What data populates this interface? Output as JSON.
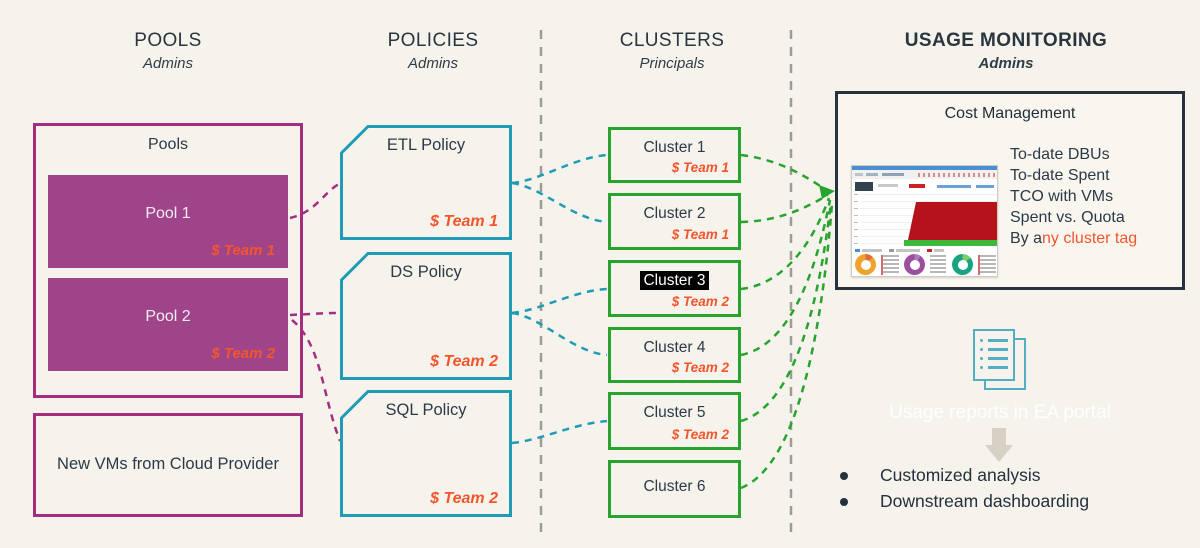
{
  "columns": {
    "pools": {
      "title": "POOLS",
      "subtitle": "Admins"
    },
    "policies": {
      "title": "POLICIES",
      "subtitle": "Admins"
    },
    "clusters": {
      "title": "CLUSTERS",
      "subtitle": "Principals"
    },
    "usage": {
      "title": "USAGE MONITORING",
      "subtitle": "Admins"
    }
  },
  "pools": {
    "group_label": "Pools",
    "items": [
      {
        "label": "Pool 1",
        "team": "$ Team 1"
      },
      {
        "label": "Pool 2",
        "team": "$ Team 2"
      }
    ],
    "new_vms_label": "New VMs from Cloud Provider"
  },
  "policies": [
    {
      "label": "ETL Policy",
      "team": "$ Team 1"
    },
    {
      "label": "DS Policy",
      "team": "$ Team 2"
    },
    {
      "label": "SQL Policy",
      "team": "$ Team 2"
    }
  ],
  "clusters": [
    {
      "label": "Cluster 1",
      "team": "$ Team 1",
      "highlighted": false
    },
    {
      "label": "Cluster 2",
      "team": "$ Team 1",
      "highlighted": false
    },
    {
      "label": "Cluster 3",
      "team": "$ Team 2",
      "highlighted": true
    },
    {
      "label": "Cluster 4",
      "team": "$ Team 2",
      "highlighted": false
    },
    {
      "label": "Cluster 5",
      "team": "$ Team 2",
      "highlighted": false
    },
    {
      "label": "Cluster 6",
      "team": "",
      "highlighted": false
    }
  ],
  "usage": {
    "box_title": "Cost Management",
    "metrics": [
      "To-date DBUs",
      "To-date Spent",
      "TCO with VMs",
      "Spent vs. Quota"
    ],
    "last_metric_prefix": "By a",
    "last_metric_highlight": "ny cluster tag",
    "reports_caption": "Usage reports in EA portal",
    "bullets": [
      "Customized analysis",
      "Downstream dashboarding"
    ]
  },
  "colors": {
    "background": "#f6f3ed",
    "magenta_border": "#a62c80",
    "magenta_fill": "#9f4489",
    "teal": "#1f9cb4",
    "green": "#28a32e",
    "orange_accent": "#f4552c",
    "dark_navy": "#26333e",
    "divider_gray": "#9b9b98",
    "icon_teal": "#53aec4",
    "arrow_tan": "#d7d1c3"
  }
}
